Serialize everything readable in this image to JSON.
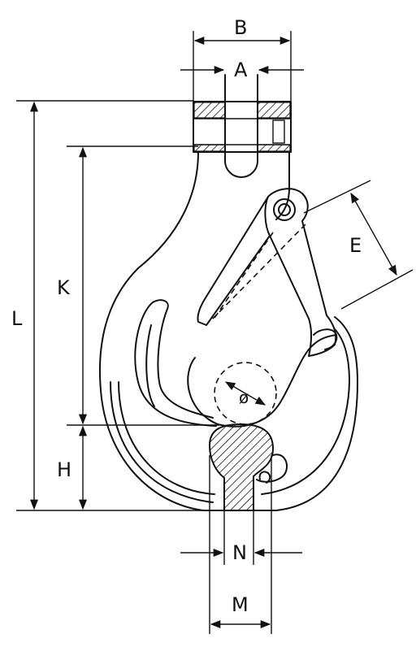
{
  "diagram": {
    "labels": {
      "A": "A",
      "B": "B",
      "E": "E",
      "K": "K",
      "L": "L",
      "H": "H",
      "N": "N",
      "M": "M",
      "diameter": "ø"
    },
    "colors": {
      "line": "#111111",
      "background": "#ffffff"
    }
  }
}
